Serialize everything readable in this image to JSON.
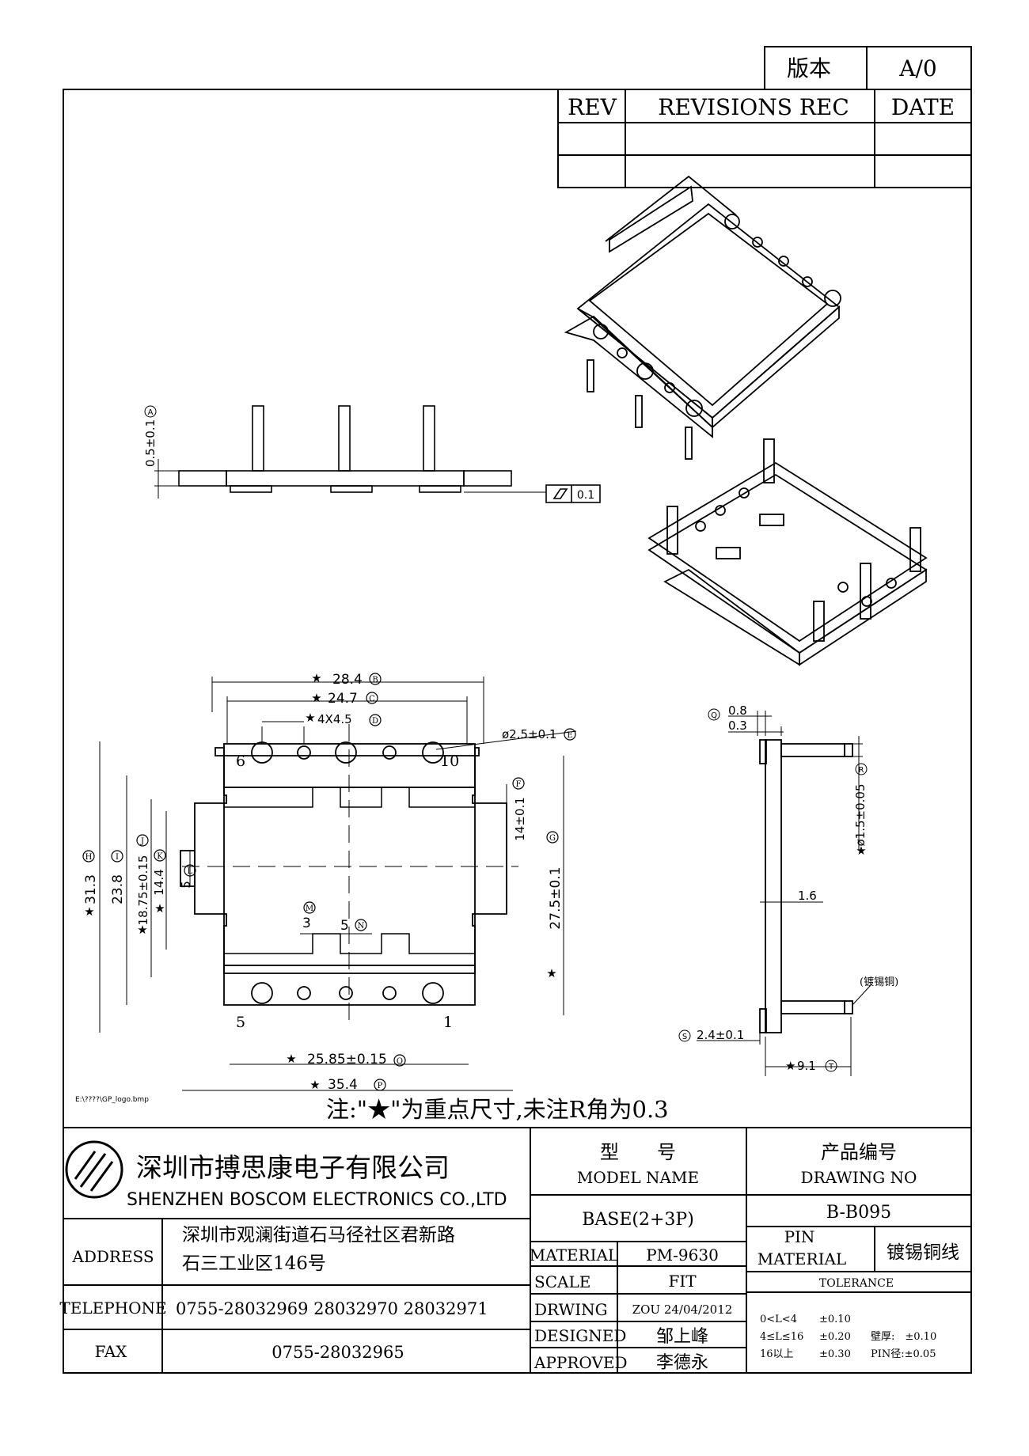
{
  "version_box": {
    "label": "版本",
    "value": "A/0"
  },
  "revision_table": {
    "col_rev": "REV",
    "col_records": "REVISIONS REC",
    "col_date": "DATE"
  },
  "side_view": {
    "dim_height": "0.5±0.1",
    "dim_height_ref": "A",
    "flatness_value": "0.1"
  },
  "top_view": {
    "dim_b": "28.4",
    "dim_b_ref": "B",
    "dim_c": "24.7",
    "dim_c_ref": "C",
    "dim_d": "4X4.5",
    "dim_d_ref": "D",
    "dim_e": "ø2.5±0.1",
    "dim_e_ref": "E",
    "dim_f": "14±0.1",
    "dim_f_ref": "F",
    "dim_g": "27.5±0.1",
    "dim_g_ref": "G",
    "dim_h": "31.3",
    "dim_h_ref": "H",
    "dim_i": "23.8",
    "dim_i_ref": "I",
    "dim_j": "18.75±0.15",
    "dim_j_ref": "J",
    "dim_k": "14.4",
    "dim_k_ref": "K",
    "dim_l": "5",
    "dim_l_ref": "L",
    "dim_m": "3",
    "dim_m_ref": "M",
    "dim_n": "5",
    "dim_n_ref": "N",
    "dim_o": "25.85±0.15",
    "dim_o_ref": "O",
    "dim_p": "35.4",
    "dim_p_ref": "P",
    "pins": [
      "6",
      "10",
      "5",
      "1"
    ],
    "star": "★"
  },
  "pin_side_view": {
    "dim_q_a": "0.8",
    "dim_q_b": "0.3",
    "dim_q_ref": "Q",
    "dim_r": "ø1.5±0.05",
    "dim_r_ref": "R",
    "dim_thickness": "1.6",
    "plating_note": "(镀锡铜)",
    "dim_s": "2.4±0.1",
    "dim_s_ref": "S",
    "dim_t": "9.1",
    "dim_t_ref": "T"
  },
  "logo_path": "E:\\????\\GP_logo.bmp",
  "note": "注:\"★\"为重点尺寸,未注R角为0.3",
  "title_block": {
    "company_cn": "深圳市搏思康电子有限公司",
    "company_en": "SHENZHEN BOSCOM ELECTRONICS CO.,LTD",
    "model_label_cn": "型　　号",
    "model_label_en": "MODEL NAME",
    "model_value": "BASE(2+3P)",
    "drawing_label_cn": "产品编号",
    "drawing_label_en": "DRAWING NO",
    "drawing_value": "B-B095",
    "address_label": "ADDRESS",
    "address_line1": "深圳市观澜街道石马径社区君新路",
    "address_line2": "石三工业区146号",
    "telephone_label": "TELEPHONE",
    "telephone_value": "0755-28032969 28032970 28032971",
    "fax_label": "FAX",
    "fax_value": "0755-28032965",
    "material_label": "MATERIAL",
    "material_value": "PM-9630",
    "scale_label": "SCALE",
    "scale_value": "FIT",
    "drawing_by_label": "DRWING",
    "drawing_by_value": "ZOU 24/04/2012",
    "designed_label": "DESIGNED",
    "designed_value": "邹上峰",
    "approved_label": "APPROVED",
    "approved_value": "李德永",
    "pin_label": "PIN",
    "pin_material_label": "MATERIAL",
    "pin_material_value": "镀锡铜线",
    "tolerance_label": "TOLERANCE",
    "tolerance_rows": [
      {
        "range": "0<L<4",
        "value": "±0.10",
        "extra": ""
      },
      {
        "range": "4≤L≤16",
        "value": "±0.20",
        "extra": "壁厚:　±0.10"
      },
      {
        "range": "16以上",
        "value": "±0.30",
        "extra": "PIN径:±0.05"
      }
    ]
  }
}
